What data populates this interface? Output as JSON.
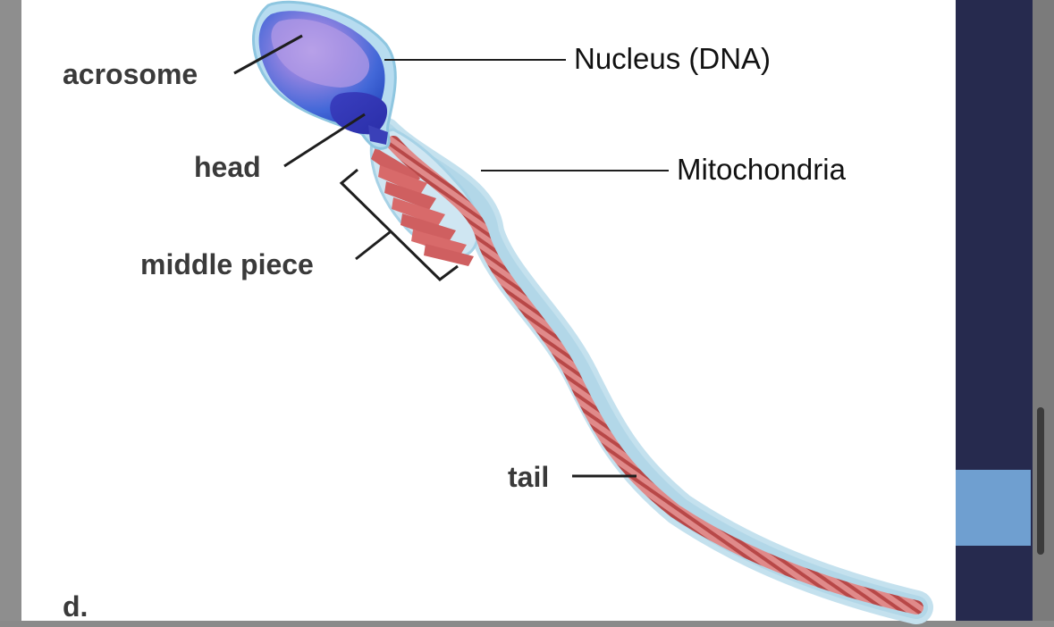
{
  "labels": {
    "acrosome": "acrosome",
    "head": "head",
    "middle_piece": "middle piece",
    "tail": "tail",
    "nucleus": "Nucleus (DNA)",
    "mitochondria": "Mitochondria",
    "panel_letter": "d."
  },
  "colors": {
    "sidebar": "#262a4e",
    "sidebar_block": "#6f9fd0",
    "head_blue": "#3d64d6",
    "acrosome_violet": "#a78de0",
    "midpiece_red": "#d96a6a",
    "membrane": "#b9dcec"
  }
}
